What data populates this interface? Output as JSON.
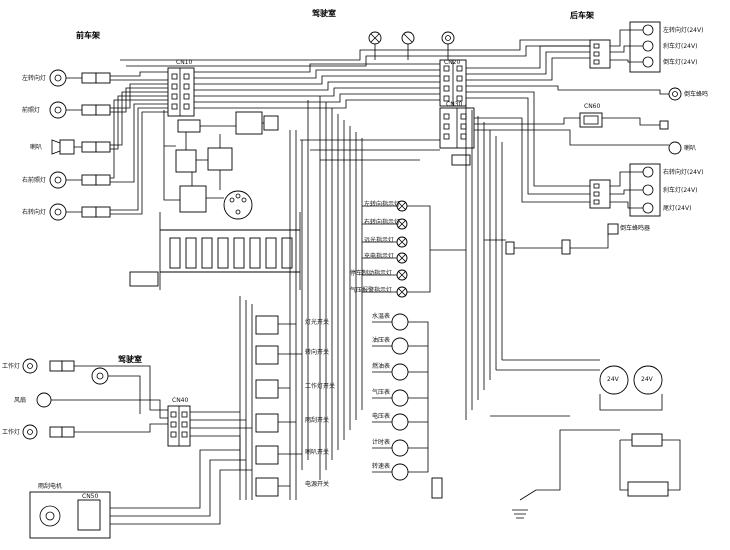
{
  "sections": {
    "front_cab": "前车架",
    "cab": "驾驶室",
    "rear_frame": "后车架",
    "cab_lower": "驾驶室"
  },
  "connectors": {
    "cn10": "CN10",
    "cn20": "CN20",
    "cn30": "CN30",
    "cn40": "CN40",
    "cn50": "CN50",
    "cn60": "CN60"
  },
  "left_labels": {
    "l1": "左转向灯",
    "l2": "前照灯",
    "l3": "喇叭",
    "l4": "右前照灯",
    "l5": "右转向灯",
    "work_light_1": "工作灯",
    "work_light_2": "工作灯",
    "fan": "风扇",
    "wiper": "雨刮电机"
  },
  "right_labels": {
    "r1": "左转向灯(24V)",
    "r2": "刹车灯(24V)",
    "r3": "倒车灯(24V)",
    "r4": "倒车蜂鸣",
    "r5": "右转向灯(24V)",
    "r6": "刹车灯(24V)",
    "r7": "尾灯(24V)",
    "r8": "倒车蜂鸣器",
    "r9": "喇叭"
  },
  "indicator_labels": {
    "i1": "左转向指示灯",
    "i2": "右转向指示灯",
    "i3": "远光指示灯",
    "i4": "充电指示灯",
    "i5": "停车制动指示灯",
    "i6": "气压报警指示灯"
  },
  "gauge_labels": {
    "g1": "水温表",
    "g2": "油压表",
    "g3": "燃油表",
    "g4": "气压表",
    "g5": "电压表",
    "g6": "计时表",
    "g7": "转速表"
  },
  "switch_labels": {
    "s1": "灯光开关",
    "s2": "转向开关",
    "s3": "工作灯开关",
    "s4": "雨刮开关",
    "s5": "喇叭开关",
    "s6": "电源开关",
    "battery": "24V"
  }
}
